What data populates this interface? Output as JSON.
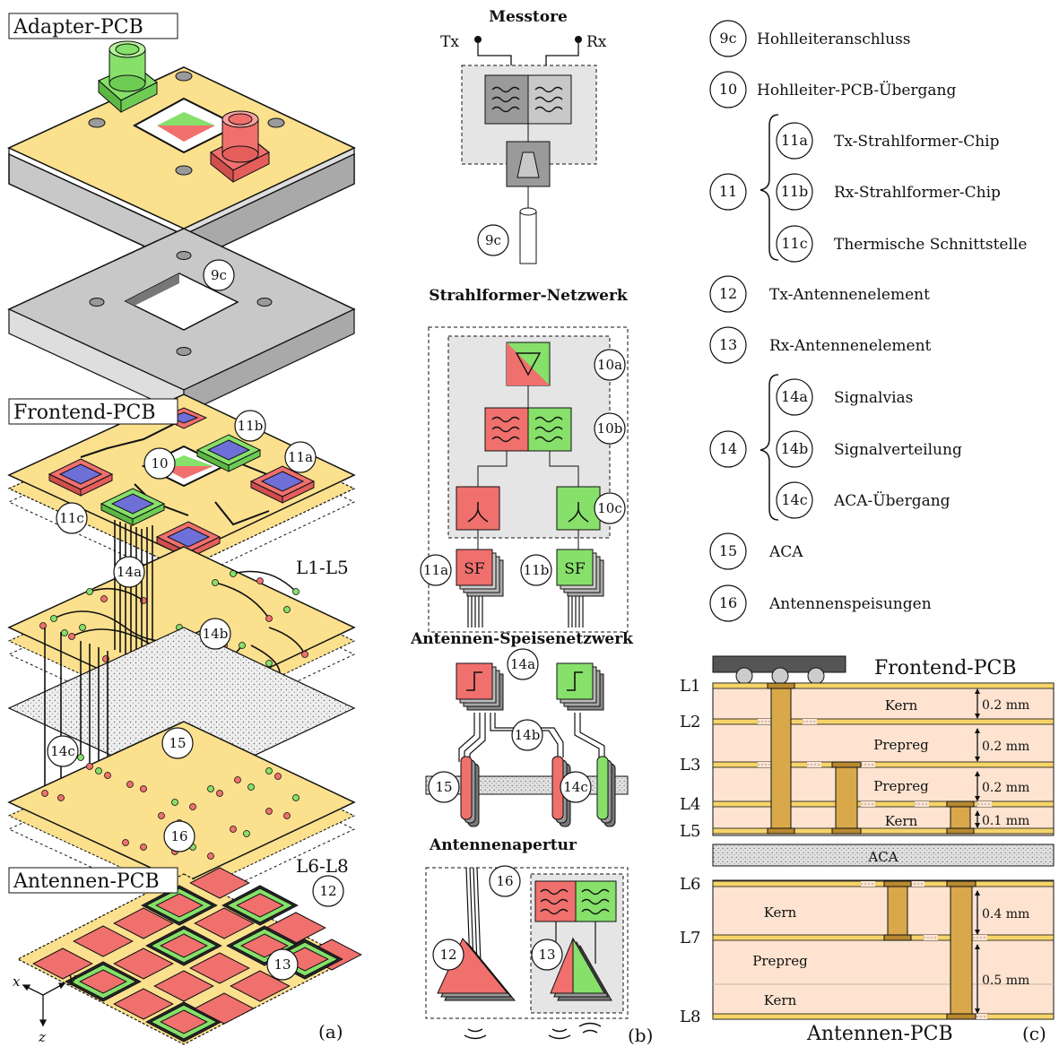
{
  "panel_a": {
    "letter": "(a)",
    "labels": {
      "adapter": "Adapter-PCB",
      "frontend": "Frontend-PCB",
      "antennen": "Antennen-PCB",
      "l1l5": "L1-L5",
      "l6l8": "L6-L8",
      "x": "x",
      "y": "y",
      "z": "z"
    },
    "markers": [
      "9c",
      "11b",
      "10",
      "11a",
      "11c",
      "14a",
      "14b",
      "14c",
      "15",
      "16",
      "12",
      "13"
    ]
  },
  "panel_b": {
    "letter": "(b)",
    "headings": {
      "messtore": "Messtore",
      "strahlformer": "Strahlformer-Netzwerk",
      "speisenetz": "Antennen-Speisenetzwerk",
      "apertur": "Antennenapertur"
    },
    "ports": {
      "tx": "Tx",
      "rx": "Rx"
    },
    "sf": "SF",
    "markers": [
      "9c",
      "10a",
      "10b",
      "10c",
      "11a",
      "11b",
      "14a",
      "14b",
      "15",
      "14c",
      "16",
      "12",
      "13"
    ]
  },
  "legend": {
    "items": [
      {
        "num": "9c",
        "text": "Hohlleiteranschluss"
      },
      {
        "num": "10",
        "text": "Hohlleiter-PCB-Übergang"
      },
      {
        "num": "11a",
        "text": "Tx-Strahlformer-Chip"
      },
      {
        "num": "11b",
        "text": "Rx-Strahlformer-Chip"
      },
      {
        "num": "11c",
        "text": "Thermische Schnittstelle"
      },
      {
        "num": "11",
        "text": ""
      },
      {
        "num": "12",
        "text": "Tx-Antennenelement"
      },
      {
        "num": "13",
        "text": "Rx-Antennenelement"
      },
      {
        "num": "14a",
        "text": "Signalvias"
      },
      {
        "num": "14b",
        "text": "Signalverteilung"
      },
      {
        "num": "14c",
        "text": "ACA-Übergang"
      },
      {
        "num": "14",
        "text": ""
      },
      {
        "num": "15",
        "text": "ACA"
      },
      {
        "num": "16",
        "text": "Antennenspeisungen"
      }
    ]
  },
  "panel_c": {
    "letter": "(c)",
    "top_title": "Frontend-PCB",
    "bottom_title": "Antennen-PCB",
    "layers": [
      "L1",
      "L2",
      "L3",
      "L4",
      "L5",
      "L6",
      "L7",
      "L8"
    ],
    "materials": [
      "Kern",
      "Prepreg",
      "Prepreg",
      "Kern",
      "ACA",
      "Kern",
      "Prepreg",
      "Kern"
    ],
    "thickness": [
      "0.2 mm",
      "0.2 mm",
      "0.2 mm",
      "0.1 mm",
      "0.4 mm",
      "0.5 mm"
    ]
  },
  "colors": {
    "tx_red": "#f0706e",
    "rx_green": "#86e06a",
    "pcb_yellow": "#fbe08e",
    "metal_grey": "#c8c8c8",
    "copper": "#d9a84a",
    "stack_bg": "#fde3d0",
    "chip_blue": "#6f6fd8"
  }
}
